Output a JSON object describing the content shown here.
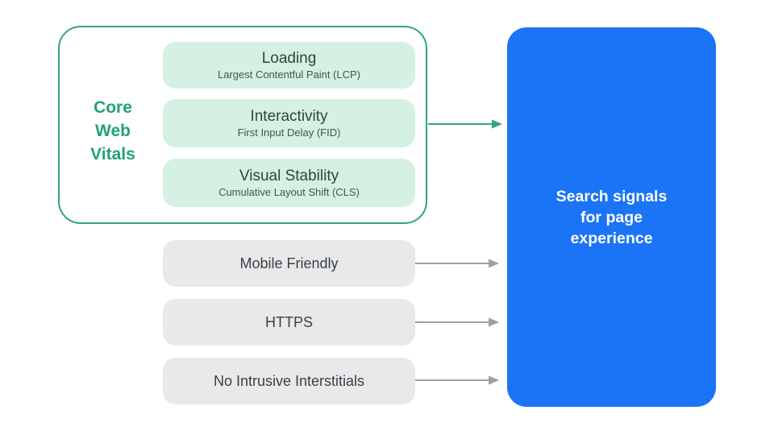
{
  "colors": {
    "background": "#FFFFFF",
    "green_border": "#2FA67B",
    "green_label": "#23A371",
    "vital_box_bg": "#D4F1E3",
    "vital_title": "#2D463B",
    "vital_subtitle": "#44564B",
    "signal_box_bg": "#E8E9EB",
    "signal_text": "#3C4043",
    "arrow_gray": "#9AA0A6",
    "result_box_bg": "#1B74F5",
    "result_text": "#FFFFFF"
  },
  "core_web_vitals": {
    "label": "Core Web Vitals",
    "items": [
      {
        "title": "Loading",
        "subtitle": "Largest Contentful Paint (LCP)"
      },
      {
        "title": "Interactivity",
        "subtitle": "First Input Delay (FID)"
      },
      {
        "title": "Visual Stability",
        "subtitle": "Cumulative Layout Shift (CLS)"
      }
    ]
  },
  "page_signals": {
    "items": [
      {
        "label": "Mobile Friendly"
      },
      {
        "label": "HTTPS"
      },
      {
        "label": "No Intrusive Interstitials"
      }
    ]
  },
  "result": {
    "label": "Search signals for page experience"
  }
}
